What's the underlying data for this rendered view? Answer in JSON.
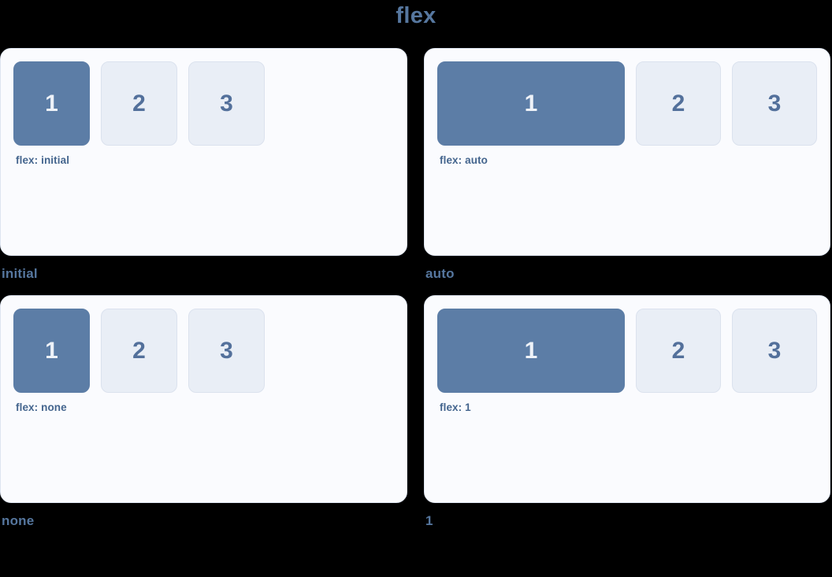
{
  "title": "flex",
  "colors": {
    "page_background": "#000000",
    "accent_text": "#56779f",
    "panel_background": "#fafbfe",
    "panel_border": "#dde4f0",
    "active_box_fill": "#5c7da6",
    "active_box_text": "#eef2f8",
    "inactive_box_fill": "#e9eef6",
    "inactive_box_border": "#dbe2ee",
    "inactive_box_text": "#53709b",
    "property_label_text": "#44658e"
  },
  "panels": [
    {
      "caption": "initial",
      "label": "flex: initial",
      "items": [
        "1",
        "2",
        "3"
      ]
    },
    {
      "caption": "auto",
      "label": "flex: auto",
      "items": [
        "1",
        "2",
        "3"
      ]
    },
    {
      "caption": "none",
      "label": "flex: none",
      "items": [
        "1",
        "2",
        "3"
      ]
    },
    {
      "caption": "1",
      "label": "flex: 1",
      "items": [
        "1",
        "2",
        "3"
      ]
    }
  ]
}
